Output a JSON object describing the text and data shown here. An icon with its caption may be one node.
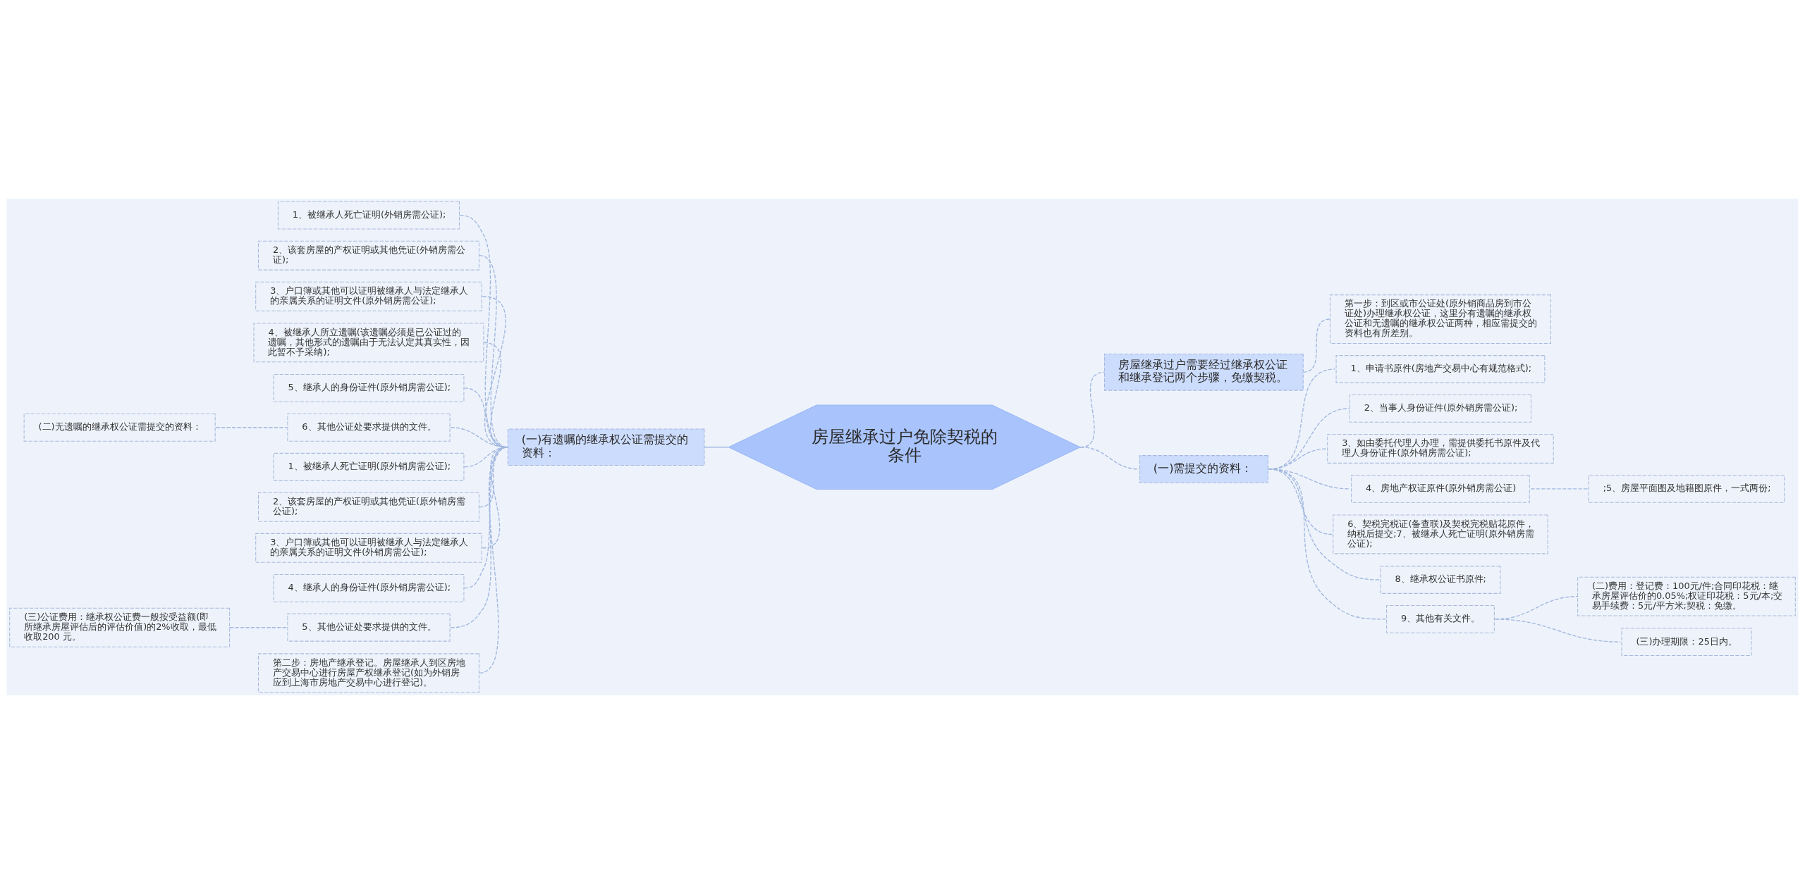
{
  "diagram": {
    "nodes": [
      {
        "text": [
          "房屋继承过户免除契税的条件"
        ]
      },
      {
        "text": [
          "(一)有遗嘱的继承权公证需提交的资料："
        ]
      },
      {
        "text": [
          "1、被继承人死亡证明(外销房需公证);"
        ]
      },
      {
        "text": [
          "2、该套房屋的产权证明或其他凭证(外销房需公证);"
        ]
      },
      {
        "text": [
          "3、户口簿或其他可以证明被继承人与法定继承人的亲属关系的证明文件(原外销房需公证);"
        ]
      },
      {
        "text": [
          "4、被继承人所立遗嘱(该遗嘱必须是已公证过的遗嘱，其他形式的遗嘱由于无法认定其真实性，因此暂不予采纳);"
        ]
      },
      {
        "text": [
          "5、继承人的身份证件(原外销房需公证);"
        ]
      },
      {
        "text": [
          "(二)无遗嘱的继承权公证需提交的资料："
        ]
      },
      {
        "text": [
          "6、其他公证处要求提供的文件。"
        ]
      },
      {
        "text": [
          "1、被继承人死亡证明(原外销房需公证);"
        ]
      },
      {
        "text": [
          "2、该套房屋的产权证明或其他凭证(原外销房需公证);"
        ]
      },
      {
        "text": [
          "3、户口簿或其他可以证明被继承人与法定继承人的亲属关系的证明文件(外销房需公证);"
        ]
      },
      {
        "text": [
          "4、继承人的身份证件(原外销房需公证);"
        ]
      },
      {
        "text": [
          "(三)公证费用：继承权公证费一般按受益额(即所继承房屋评估后的评估价值)的2%收取，最低收取200 元。"
        ]
      },
      {
        "text": [
          "5、其他公证处要求提供的文件。"
        ]
      },
      {
        "text": [
          "第二步：房地产继承登记。房屋继承人到区房地产交易中心进行房屋产权继承登记(如为外销房应到上海市房地产交易中心进行登记)。"
        ]
      },
      {
        "text": [
          "房屋继承过户需要经过继承权公证和继承登记两个步骤，免缴契税。"
        ]
      },
      {
        "text": [
          "第一步：到区或市公证处(原外销商品房到市公证处)办理继承权公证，这里分有遗嘱的继承权公证和无遗嘱的继承权公证两种，相应需提交的资料也有所差别。"
        ]
      },
      {
        "text": [
          "(一)需提交的资料："
        ]
      },
      {
        "text": [
          "1、申请书原件(房地产交易中心有规范格式);"
        ]
      },
      {
        "text": [
          "2、当事人身份证件(原外销房需公证);"
        ]
      },
      {
        "text": [
          "3、如由委托代理人办理，需提供委托书原件及代理人身份证件(原外销房需公证);"
        ]
      },
      {
        "text": [
          "4、房地产权证原件(原外销房需公证)"
        ]
      },
      {
        "text": [
          ";5、房屋平面图及地籍图原件，一式两份;"
        ]
      },
      {
        "text": [
          "6、契税完税证(备查联)及契税完税贴花原件，纳税后提交;7、被继承人死亡证明(原外销房需公证);"
        ]
      },
      {
        "text": [
          "8、继承权公证书原件;"
        ]
      },
      {
        "text": [
          "9、其他有关文件。"
        ]
      },
      {
        "text": [
          "(二)费用：登记费：100元/件;合同印花税：继承房屋评估价的0.05%;权证印花税：5元/本;交易手续费：5元/平方米;契税：免缴。"
        ]
      },
      {
        "text": [
          "(三)办理期限：25日内。"
        ]
      }
    ],
    "edges": [
      {
        "from": 0,
        "to": 1,
        "arrow": "none"
      },
      {
        "from": 1,
        "to": 2,
        "arrow": "none",
        "style": "dashed"
      },
      {
        "from": 1,
        "to": 3,
        "arrow": "none",
        "style": "dashed"
      },
      {
        "from": 1,
        "to": 4,
        "arrow": "none",
        "style": "dashed"
      },
      {
        "from": 1,
        "to": 5,
        "arrow": "none",
        "style": "dashed"
      },
      {
        "from": 1,
        "to": 6,
        "arrow": "none",
        "style": "dashed"
      },
      {
        "from": 1,
        "to": 8,
        "arrow": "none",
        "style": "dashed"
      },
      {
        "from": 8,
        "to": 7,
        "arrow": "none",
        "style": "dashed"
      },
      {
        "from": 1,
        "to": 9,
        "arrow": "none",
        "style": "dashed"
      },
      {
        "from": 1,
        "to": 10,
        "arrow": "none",
        "style": "dashed"
      },
      {
        "from": 1,
        "to": 11,
        "arrow": "none",
        "style": "dashed"
      },
      {
        "from": 1,
        "to": 12,
        "arrow": "none",
        "style": "dashed"
      },
      {
        "from": 1,
        "to": 14,
        "arrow": "none",
        "style": "dashed"
      },
      {
        "from": 14,
        "to": 13,
        "arrow": "none",
        "style": "dashed"
      },
      {
        "from": 1,
        "to": 15,
        "arrow": "none",
        "style": "dashed"
      },
      {
        "from": 0,
        "to": 16,
        "arrow": "none",
        "style": "dashed"
      },
      {
        "from": 16,
        "to": 17,
        "arrow": "none",
        "style": "dashed"
      },
      {
        "from": 0,
        "to": 18,
        "arrow": "none",
        "style": "dashed"
      },
      {
        "from": 18,
        "to": 19,
        "arrow": "none",
        "style": "dashed"
      },
      {
        "from": 18,
        "to": 20,
        "arrow": "none",
        "style": "dashed"
      },
      {
        "from": 18,
        "to": 21,
        "arrow": "none",
        "style": "dashed"
      },
      {
        "from": 18,
        "to": 22,
        "arrow": "none",
        "style": "dashed"
      },
      {
        "from": 22,
        "to": 23,
        "arrow": "none",
        "style": "dashed"
      },
      {
        "from": 18,
        "to": 24,
        "arrow": "none",
        "style": "dashed"
      },
      {
        "from": 18,
        "to": 25,
        "arrow": "none",
        "style": "dashed"
      },
      {
        "from": 18,
        "to": 26,
        "arrow": "none",
        "style": "dashed"
      },
      {
        "from": 26,
        "to": 27,
        "arrow": "none",
        "style": "dashed"
      },
      {
        "from": 26,
        "to": 28,
        "arrow": "none",
        "style": "dashed"
      }
    ]
  }
}
